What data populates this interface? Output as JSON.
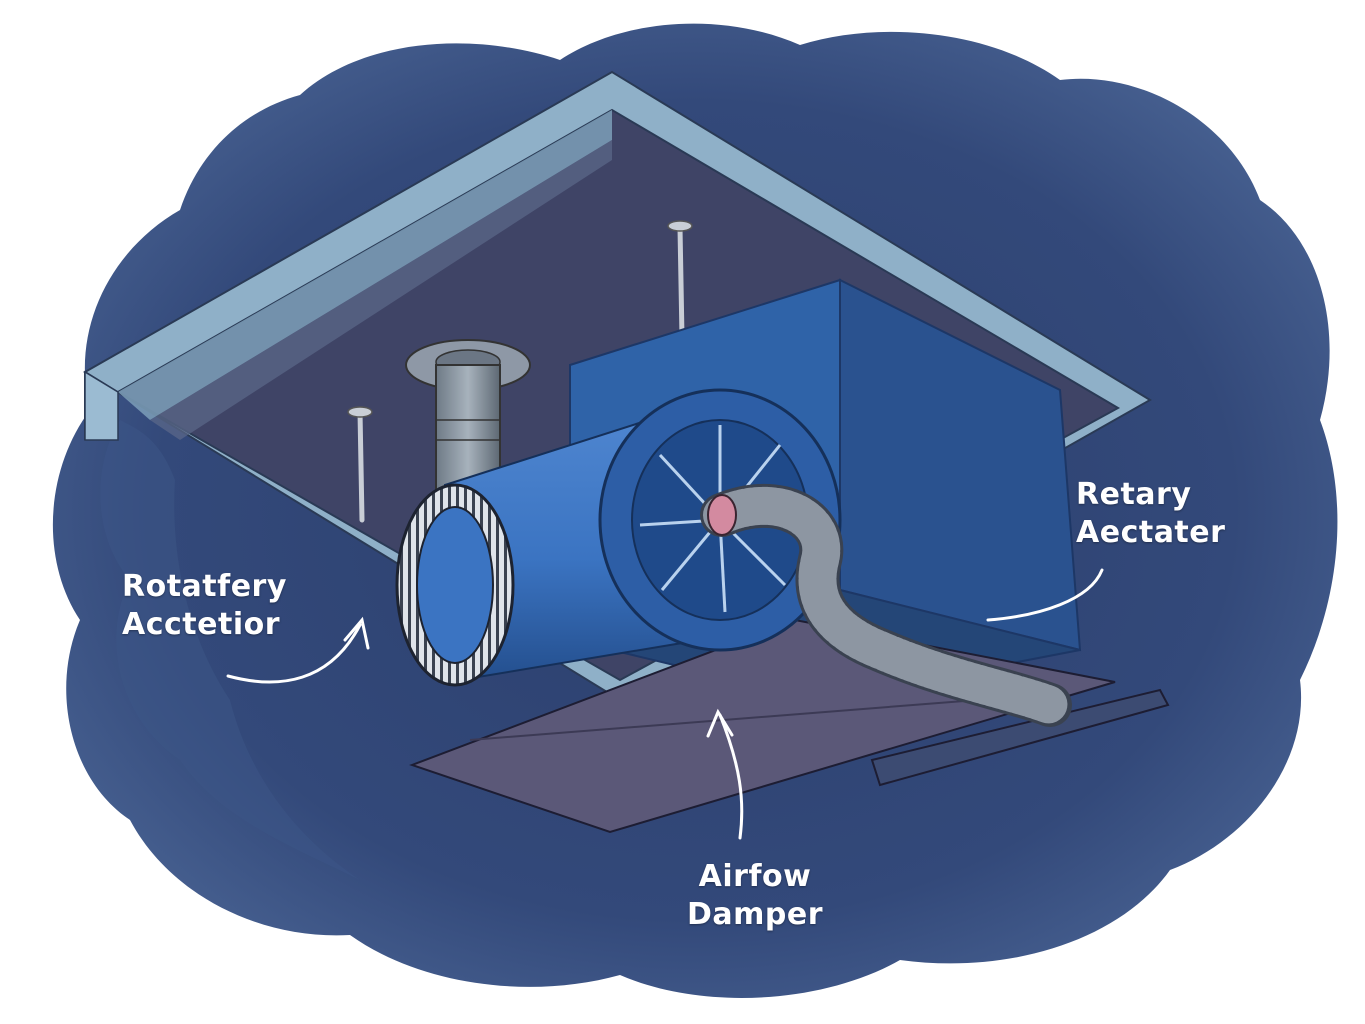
{
  "labels": {
    "left": {
      "line1": "Rotatfery",
      "line2": "Acctetior"
    },
    "right": {
      "line1": "Retary",
      "line2": "Aectater"
    },
    "bottom": {
      "line1": "Airfow",
      "line2": "Damper"
    }
  },
  "colors": {
    "cloud_background": "#33497a",
    "ceiling_frame": "#8fb0c8",
    "housing_blue": "#2f63a8",
    "motor_blue": "#3b74c2",
    "damper_plate": "#5b5878",
    "flex_duct": "#8d96a2",
    "annotation": "#ffffff"
  },
  "icons": [
    "fan-blade-icon",
    "arrow-curve-icon"
  ]
}
